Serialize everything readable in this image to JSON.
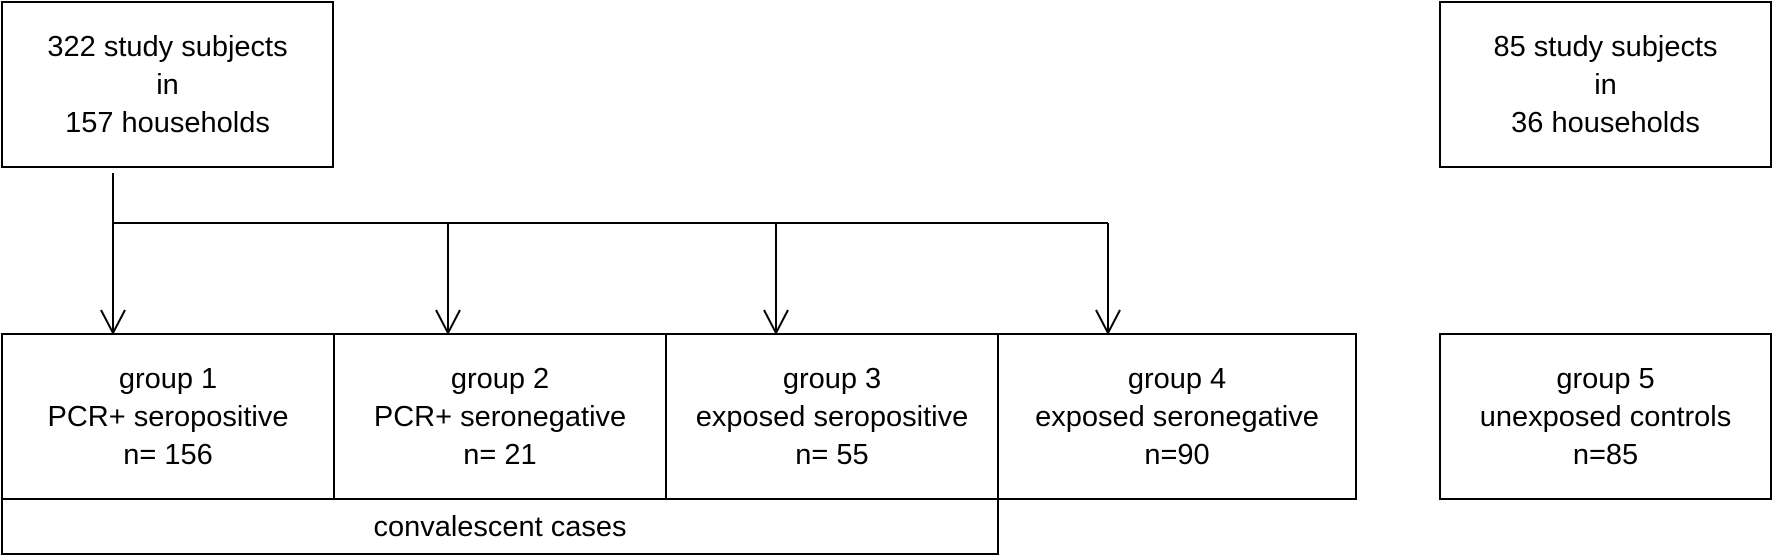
{
  "top_left": {
    "lines": [
      "322 study subjects",
      "in",
      "157 households"
    ]
  },
  "top_right": {
    "lines": [
      "85 study subjects",
      "in",
      "36 households"
    ]
  },
  "groups": [
    {
      "title": "group 1",
      "desc": "PCR+ seropositive",
      "n": "n= 156"
    },
    {
      "title": "group 2",
      "desc": "PCR+ seronegative",
      "n": "n= 21"
    },
    {
      "title": "group 3",
      "desc": "exposed seropositive",
      "n": "n= 55"
    },
    {
      "title": "group 4",
      "desc": "exposed seronegative",
      "n": "n=90"
    },
    {
      "title": "group 5",
      "desc": "unexposed controls",
      "n": "n=85"
    }
  ],
  "bottom_bar": {
    "label": "convalescent cases"
  }
}
